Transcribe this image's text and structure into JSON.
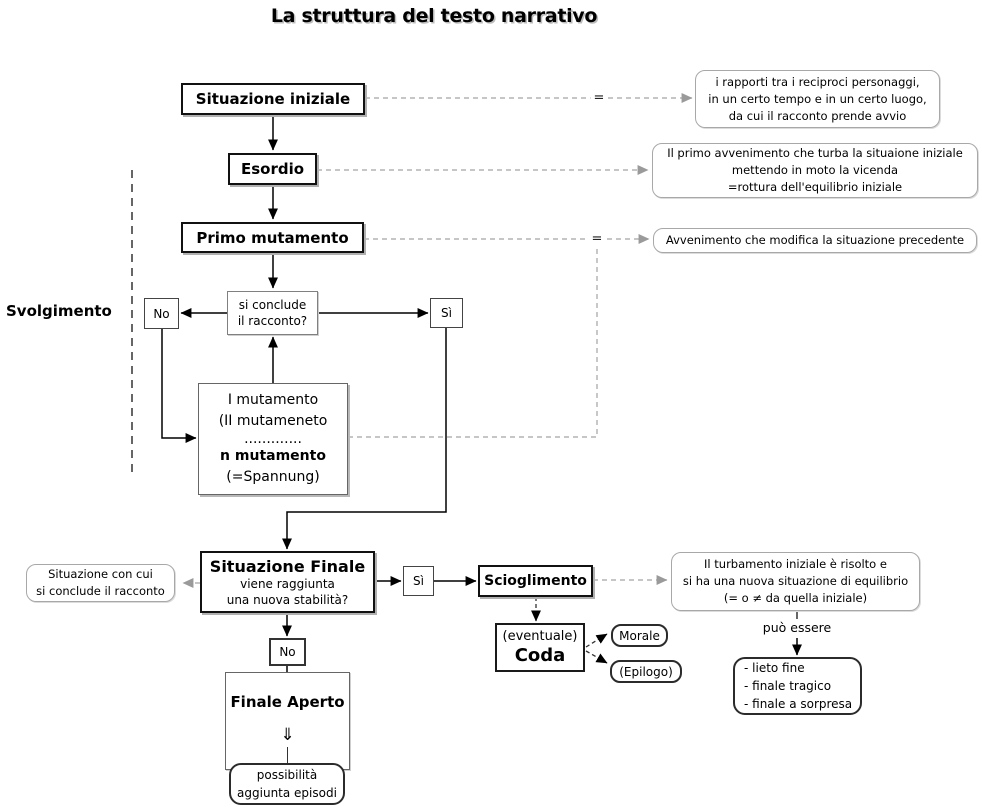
{
  "title": "La struttura del testo narrativo",
  "labels": {
    "svolgimento": "Svolgimento",
    "puo_essere": "può essere",
    "equals": "="
  },
  "nodes": {
    "situazione_iniziale": "Situazione iniziale",
    "esordio": "Esordio",
    "primo_mutamento": "Primo mutamento",
    "decisione1": {
      "lines": [
        "si conclude",
        "il racconto?"
      ]
    },
    "no1": "No",
    "si1": "Sì",
    "mutamenti": {
      "lines": [
        "I mutamento",
        "(II mutameneto",
        ".............",
        "n mutamento",
        "(=Spannung)"
      ]
    },
    "situazione_finale": {
      "title": "Situazione Finale",
      "lines": [
        "viene raggiunta",
        "una nuova stabilità?"
      ]
    },
    "si2": "Sì",
    "no2": "No",
    "scioglimento": "Scioglimento",
    "coda": {
      "top": "(eventuale)",
      "main": "Coda"
    },
    "morale": "Morale",
    "epilogo": "(Epilogo)",
    "finale_aperto": {
      "title": "Finale Aperto",
      "arrow": "⇓"
    }
  },
  "notes": {
    "situazione_iniziale": {
      "lines": [
        "i rapporti tra i reciproci personaggi,",
        "in un certo tempo e in un certo luogo,",
        "da cui il racconto prende avvio"
      ]
    },
    "esordio": {
      "lines": [
        "Il primo avvenimento che turba la situaione iniziale",
        "mettendo in moto la vicenda",
        "=rottura dell'equilibrio iniziale"
      ]
    },
    "primo_mutamento": {
      "lines": [
        "Avvenimento che modifica la situazione precedente"
      ]
    },
    "situazione_finale": {
      "lines": [
        "Situazione con cui",
        "si conclude il racconto"
      ]
    },
    "scioglimento": {
      "lines": [
        "Il turbamento iniziale è risolto e",
        "si ha una nuova situazione di equilibrio",
        "(= o ≠ da quella iniziale)"
      ]
    },
    "esiti": {
      "lines": [
        "- lieto fine",
        "- finale tragico",
        "- finale a sorpresa"
      ]
    },
    "finale_aperto": {
      "lines": [
        "possibilità",
        "aggiunta episodi"
      ]
    }
  },
  "colors": {
    "solid_line": "#000000",
    "dashed_gray": "#a3a3a3",
    "border_strong": "#111111",
    "border_note": "#a8a8a8",
    "background": "#ffffff"
  }
}
